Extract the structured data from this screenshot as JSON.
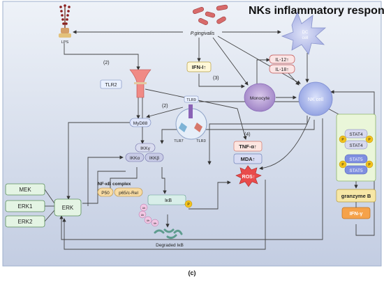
{
  "title": "NKs inflammatory response",
  "caption": "(c)",
  "colors": {
    "background_top": "#e9eef6",
    "background_bottom": "#c6d0e4",
    "nk_cell": "#aebbe8",
    "dc_cell": "#b8bfe6",
    "monocyte": "#b39ad2",
    "receptor_red": "#f08a85",
    "stat_green_box": "#eaf6d9",
    "stat_blue": "#7f8fe0",
    "stat_yellow_circle": "#f3c21b",
    "ifn_gamma": "#f5a24a",
    "ros": "#e94b4b"
  },
  "labels": {
    "pgingivalis": "P.gingivalis",
    "lps": "LPS",
    "ifn1": "IFN-I↑",
    "il12": "IL-12↑",
    "il18": "IL-18↑",
    "dc_cell": "DC cell",
    "monocyte": "Monocyte",
    "nk_cell": "NK cell",
    "tlr2": "TLR2",
    "tlr9": "TLR9",
    "tlr7": "TLR7",
    "tlr3": "TLR3",
    "myd88": "MyD88",
    "step2a": "(2)",
    "step2b": "(2)",
    "step3": "(3)",
    "step4": "(4)",
    "tnfa": "TNF-α↑",
    "mda": "MDA↑",
    "ros": "ROS↑",
    "ikkg": "IKKγ",
    "ikka": "IKKα",
    "ikkb": "IKKβ",
    "nfkb_complex": "NF-κB complex",
    "p50": "P50",
    "p65": "p65/c-Rel",
    "ikb": "IκB",
    "ub": "Ub",
    "p": "P",
    "degraded_ikb": "Degraded IκB",
    "mek": "MEK",
    "erk1": "ERK1",
    "erk2": "ERK2",
    "erk": "ERK",
    "stat4": "STAT4",
    "stat5": "STAT5",
    "granzyme_b": "granzyme B",
    "ifn_gamma": "IFN-γ"
  }
}
